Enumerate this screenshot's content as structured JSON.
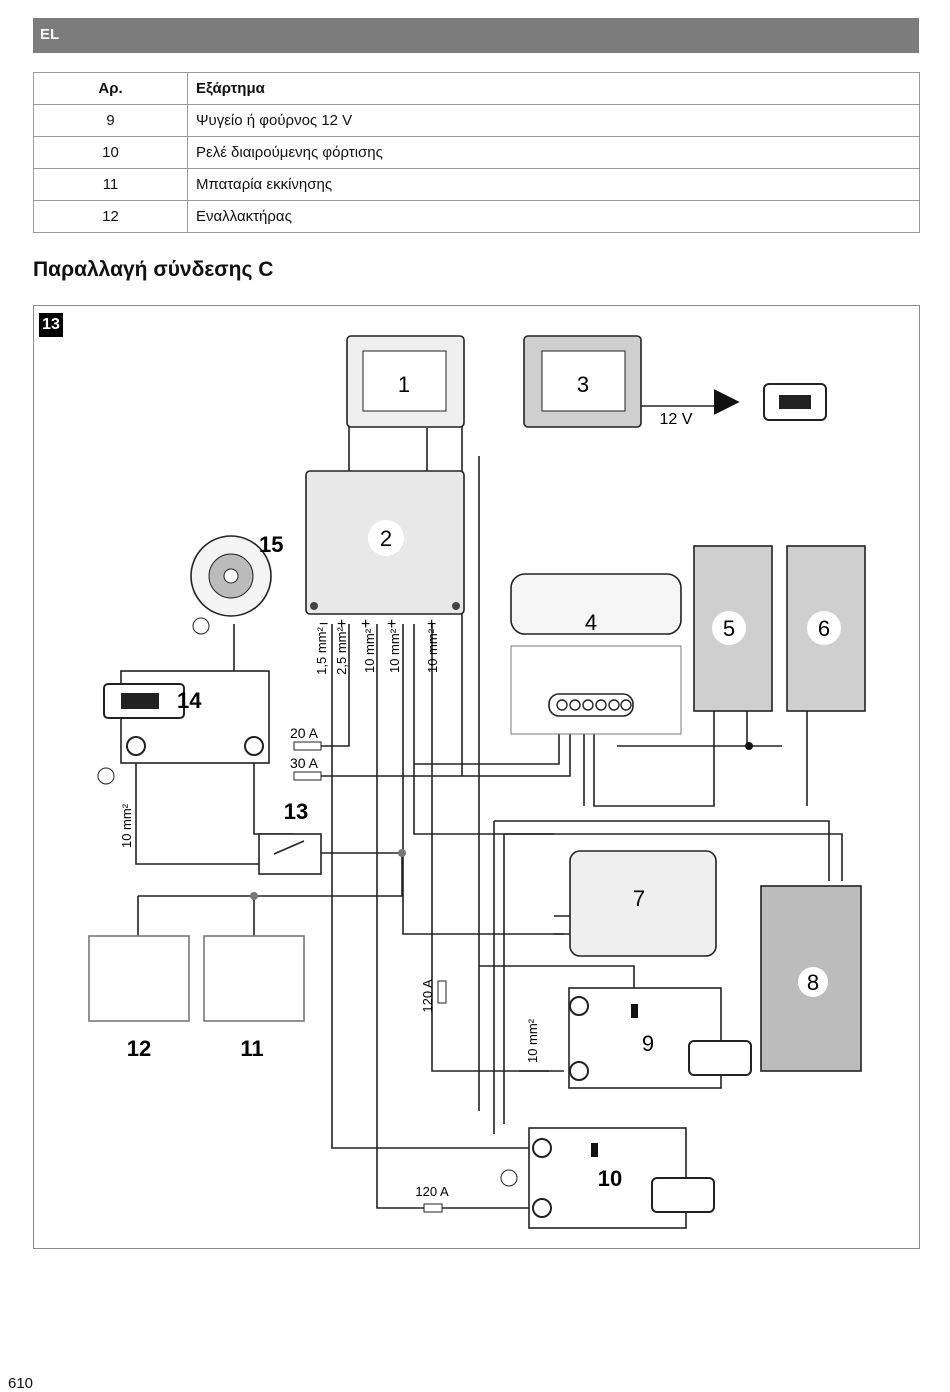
{
  "header": {
    "language_code": "EL"
  },
  "parts_table": {
    "col_no": "Αρ.",
    "col_part": "Εξάρτημα",
    "rows": [
      {
        "no": "9",
        "part": "Ψυγείο ή φούρνος 12 V"
      },
      {
        "no": "10",
        "part": "Ρελέ διαιρούμενης φόρτισης"
      },
      {
        "no": "11",
        "part": "Μπαταρία εκκίνησης"
      },
      {
        "no": "12",
        "part": "Εναλλακτήρας"
      }
    ]
  },
  "section_title": "Παραλλαγή σύνδεσης C",
  "figure": {
    "number": "13",
    "component_labels": {
      "c1": "1",
      "c2": "2",
      "c3": "3",
      "c4": "4",
      "c5": "5",
      "c6": "6",
      "c7": "7",
      "c8": "8",
      "c9": "9",
      "c10": "10",
      "c11": "11",
      "c12": "12",
      "c13": "13",
      "c14": "14",
      "c15": "15"
    },
    "voltage_label": "12 V",
    "fuse_20": "20 A",
    "fuse_30": "30 A",
    "fuse_120_vertical": "120 A",
    "fuse_120_bottom": "120 A",
    "cable_1_5": "1,5 mm²",
    "cable_2_5": "2,5 mm²",
    "cable_10_a": "10 mm²",
    "cable_10_b": "10 mm²",
    "cable_10_c": "10 mm²",
    "cable_10_left": "10 mm²",
    "cable_10_battery": "10 mm²",
    "sign_minus": "−",
    "sign_plus": "+"
  },
  "page_number": "610"
}
